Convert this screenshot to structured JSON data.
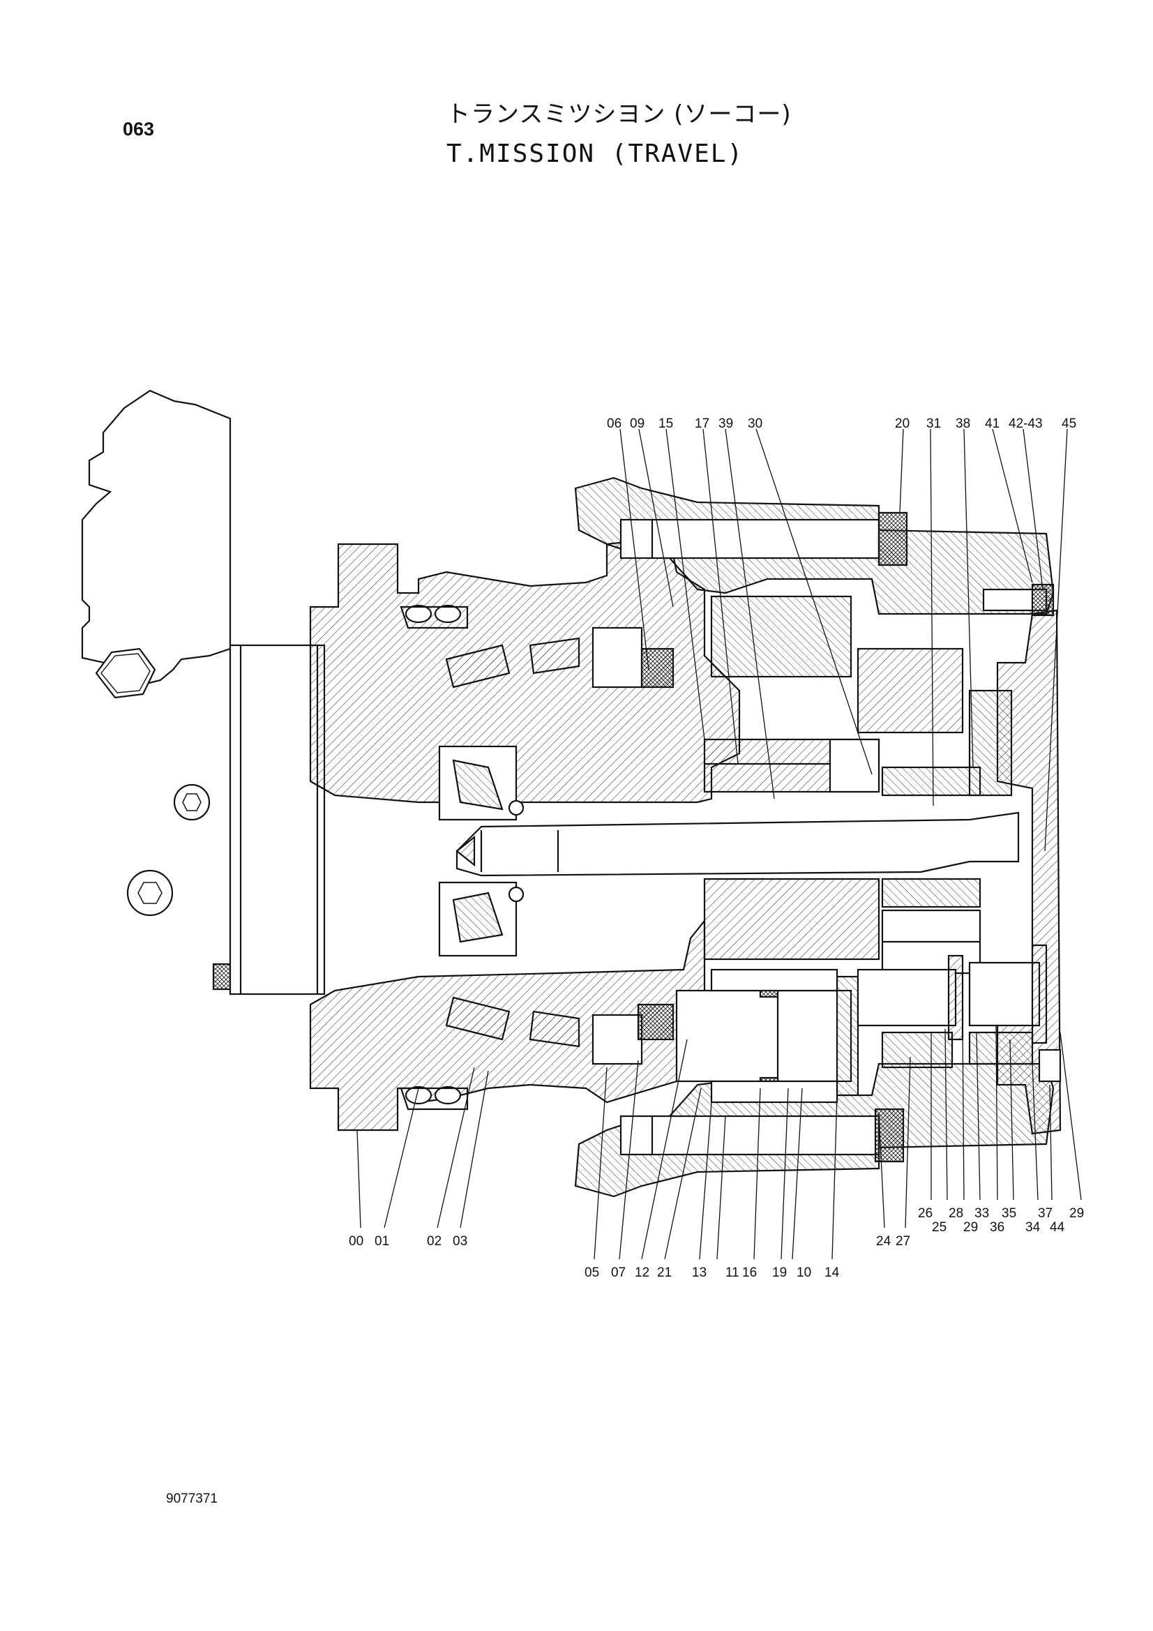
{
  "page_number": "063",
  "title_jp": "トランスミツシヨン (ソーコー)",
  "title_en": "T.MISSION (TRAVEL)",
  "drawing_number": "9077371",
  "callouts_top": [
    "06",
    "09",
    "15",
    "17",
    "39",
    "30",
    "20",
    "31",
    "38",
    "41",
    "42-43",
    "45"
  ],
  "callouts_bottom_left": [
    "00",
    "01",
    "02",
    "03"
  ],
  "callouts_bottom_mid": [
    "05",
    "07",
    "12",
    "21",
    "13",
    "11",
    "16",
    "19",
    "10",
    "14"
  ],
  "callouts_bottom_right": [
    "24",
    "27",
    "26",
    "25",
    "28",
    "29",
    "33",
    "36",
    "35",
    "34",
    "37",
    "44",
    "29"
  ]
}
